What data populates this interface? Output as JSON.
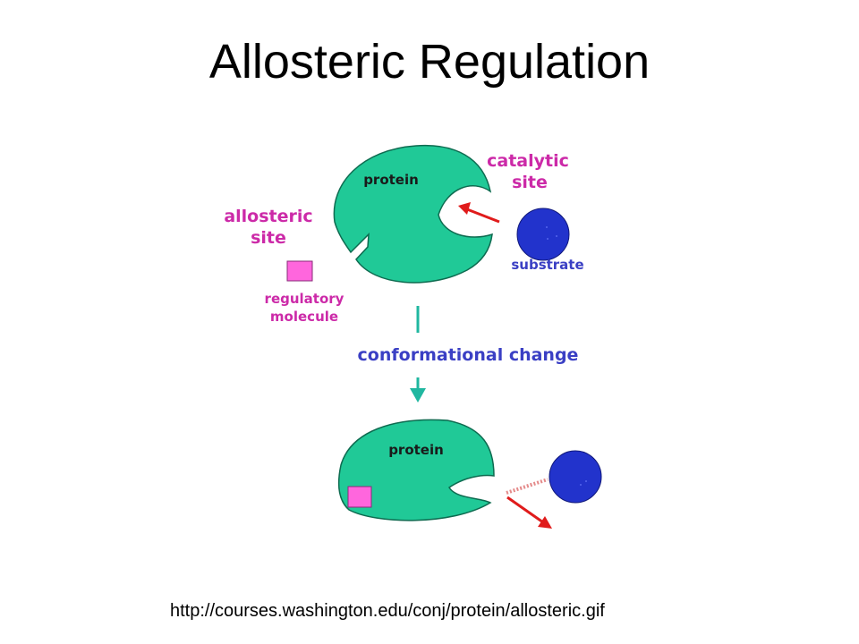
{
  "title": "Allosteric Regulation",
  "diagram": {
    "before": {
      "protein_label": "protein",
      "catalytic_site_line1": "catalytic",
      "catalytic_site_line2": "site",
      "allosteric_site_line1": "allosteric",
      "allosteric_site_line2": "site",
      "substrate_label": "substrate",
      "regulatory_line1": "regulatory",
      "regulatory_line2": "molecule"
    },
    "transition_label": "conformational change",
    "after": {
      "protein_label": "protein"
    }
  },
  "colors": {
    "protein": "#20c997",
    "protein_outline": "#0e6b50",
    "catalytic_label": "#cc2aa8",
    "allosteric_label": "#cc2aa8",
    "regulatory_molecule": "#ff66dd",
    "substrate": "#2233cc",
    "substrate_label": "#3a3fc4",
    "transition_label": "#3a3fc4",
    "transition_arrow": "#20b7a0",
    "reaction_arrow": "#e01b1b"
  },
  "source": "http://courses.washington.edu/conj/protein/allosteric.gif"
}
